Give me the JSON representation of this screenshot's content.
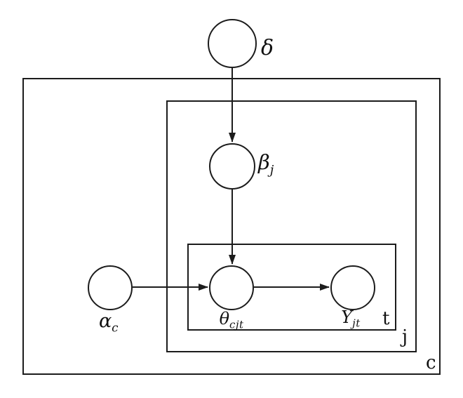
{
  "diagram": {
    "kind": "plate-notation-graphical-model",
    "colors": {
      "ink": "#1c1c1c",
      "background": "#ffffff"
    },
    "nodes": {
      "delta": {
        "label": "δ",
        "sub": ""
      },
      "beta": {
        "label": "β",
        "sub": "j"
      },
      "alpha": {
        "label": "α",
        "sub": "c"
      },
      "theta": {
        "label": "θ",
        "sub": "cjt"
      },
      "y": {
        "label": "Y",
        "sub": "jt"
      }
    },
    "plates": {
      "c": {
        "label": "c"
      },
      "j": {
        "label": "j"
      },
      "t": {
        "label": "t"
      }
    },
    "edges": [
      {
        "from": "delta",
        "to": "beta"
      },
      {
        "from": "beta",
        "to": "theta"
      },
      {
        "from": "alpha",
        "to": "theta"
      },
      {
        "from": "theta",
        "to": "y"
      }
    ]
  }
}
